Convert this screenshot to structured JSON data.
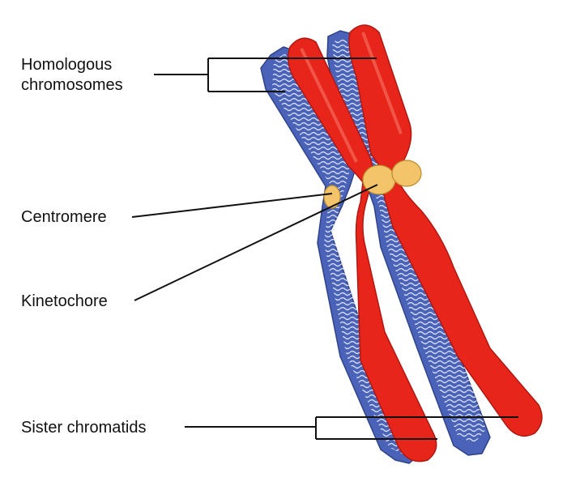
{
  "labels": {
    "homologous_line1": "Homologous",
    "homologous_line2": "chromosomes",
    "centromere": "Centromere",
    "kinetochore": "Kinetochore",
    "sister_chromatids": "Sister chromatids"
  },
  "colors": {
    "chromatid_red": "#e8251b",
    "chromatid_red_dark": "#b01810",
    "chromatid_blue": "#4a63b8",
    "chromatid_blue_dark": "#2f438a",
    "chromatin_strand": "#e6ecff",
    "kinetochore": "#f3c46a",
    "kinetochore_outline": "#b78a2a",
    "leader_line": "#111111"
  }
}
